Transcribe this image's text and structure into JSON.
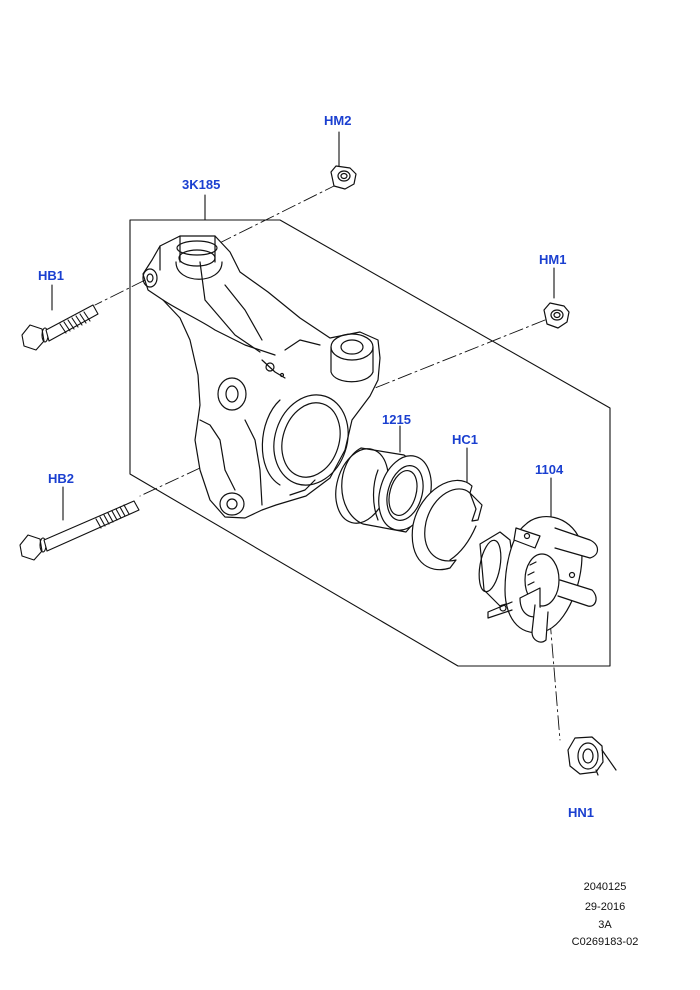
{
  "diagram": {
    "callouts": {
      "hm2": "HM2",
      "knuckle": "3K185",
      "hb1": "HB1",
      "hm1": "HM1",
      "bearing": "1215",
      "circlip": "HC1",
      "hub": "1104",
      "hb2": "HB2",
      "hn1": "HN1"
    },
    "callout_color": "#1a3fd0"
  },
  "footer": {
    "line1": "2040125",
    "line2": "29-2016",
    "line3": "3A",
    "line4": "C0269183-02"
  }
}
